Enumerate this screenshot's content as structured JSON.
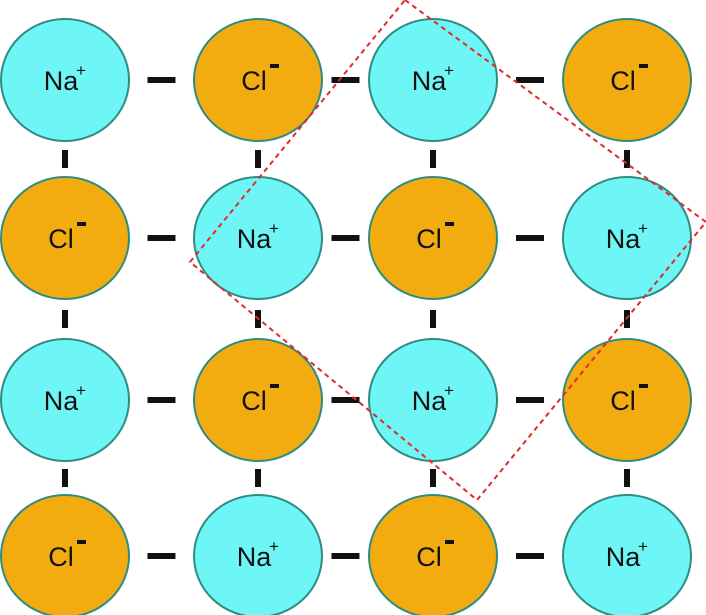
{
  "colors": {
    "cation_fill": "#6ef6f6",
    "anion_fill": "#f2ac0f",
    "outline": "#2f8c82",
    "bond": "#111111",
    "unit_cell_outline": "#e32a2a"
  },
  "ions": {
    "cation": {
      "symbol": "Na",
      "charge": "+"
    },
    "anion": {
      "symbol": "Cl",
      "charge": "-"
    }
  },
  "lattice": [
    [
      "cation",
      "anion",
      "cation",
      "anion"
    ],
    [
      "anion",
      "cation",
      "anion",
      "cation"
    ],
    [
      "cation",
      "anion",
      "cation",
      "anion"
    ],
    [
      "anion",
      "cation",
      "anion",
      "cation"
    ]
  ],
  "unit_cell": {
    "style": "dashed",
    "orientation": "rotated-square"
  }
}
